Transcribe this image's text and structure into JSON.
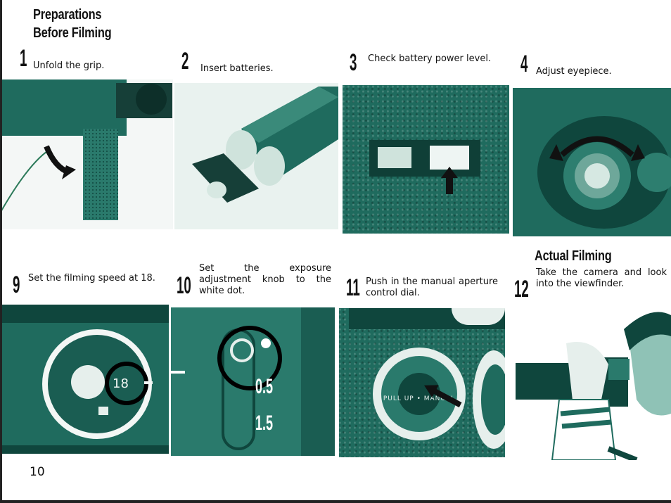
{
  "header": {
    "title_line1": "Preparations",
    "title_line2": "Before Filming"
  },
  "steps": [
    {
      "number": "1",
      "text": "Unfold the grip."
    },
    {
      "number": "2",
      "text": "Insert batteries."
    },
    {
      "number": "3",
      "text": "Check battery power level."
    },
    {
      "number": "4",
      "text": "Adjust eyepiece."
    },
    {
      "number": "9",
      "text": "Set the filming speed at 18."
    },
    {
      "number": "10",
      "text": "Set the exposure adjustment knob to the white dot."
    },
    {
      "number": "11",
      "text": "Push in the manual aperture control dial."
    },
    {
      "number": "12",
      "text": "Take the camera and look into the viewfinder."
    }
  ],
  "actual_heading": "Actual Filming",
  "photo_labels": {
    "speed_dial": "18",
    "exposure_top": "0.5",
    "exposure_bottom": "1.5",
    "aperture_ring": "PULL UP • MANUAL"
  },
  "page_number": "10",
  "colors": {
    "photo_green": "#1f6b5e",
    "dark_green": "#0f463d",
    "light_green": "#8fc2b6"
  }
}
